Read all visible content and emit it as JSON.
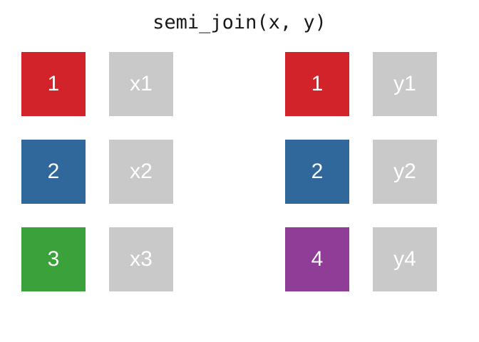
{
  "title": "semi_join(x, y)",
  "colors": {
    "red": "#d2232a",
    "blue": "#31689b",
    "green": "#3ba13b",
    "purple": "#8f3d97",
    "gray": "#c9c9c9",
    "cell_text": "#ffffff",
    "title_text": "#1a1a1a"
  },
  "left_table": {
    "rows": [
      {
        "key": "1",
        "key_color": "#d2232a",
        "value": "x1"
      },
      {
        "key": "2",
        "key_color": "#31689b",
        "value": "x2"
      },
      {
        "key": "3",
        "key_color": "#3ba13b",
        "value": "x3"
      }
    ]
  },
  "right_table": {
    "rows": [
      {
        "key": "1",
        "key_color": "#d2232a",
        "value": "y1"
      },
      {
        "key": "2",
        "key_color": "#31689b",
        "value": "y2"
      },
      {
        "key": "4",
        "key_color": "#8f3d97",
        "value": "y4"
      }
    ]
  }
}
